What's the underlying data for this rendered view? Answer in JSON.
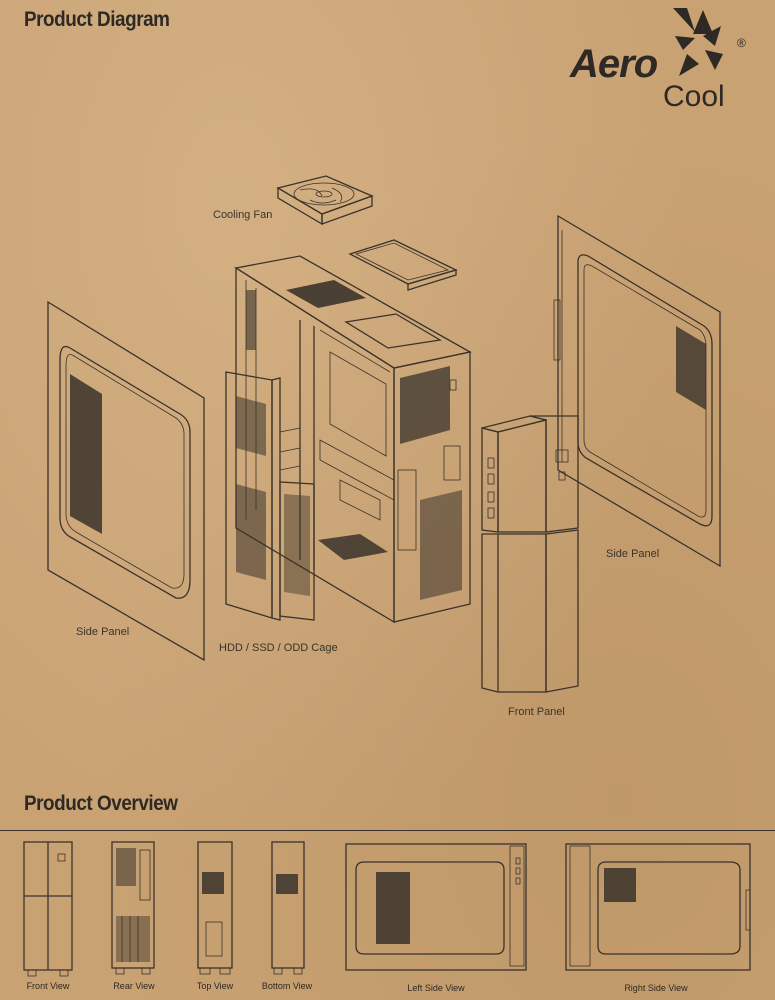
{
  "headings": {
    "diagram": "Product Diagram",
    "overview": "Product Overview"
  },
  "logo": {
    "line1": "Aero",
    "line2": "Cool",
    "registered": "®"
  },
  "parts": {
    "cooling_fan": "Cooling Fan",
    "side_panel_left": "Side Panel",
    "side_panel_right": "Side Panel",
    "cage": "HDD / SSD / ODD Cage",
    "front_panel": "Front Panel"
  },
  "views": [
    "Front View",
    "Rear View",
    "Top View",
    "Bottom View",
    "Left Side View",
    "Right Side View"
  ],
  "colors": {
    "cardboard": "#c9a273",
    "ink": "#3a332b"
  }
}
